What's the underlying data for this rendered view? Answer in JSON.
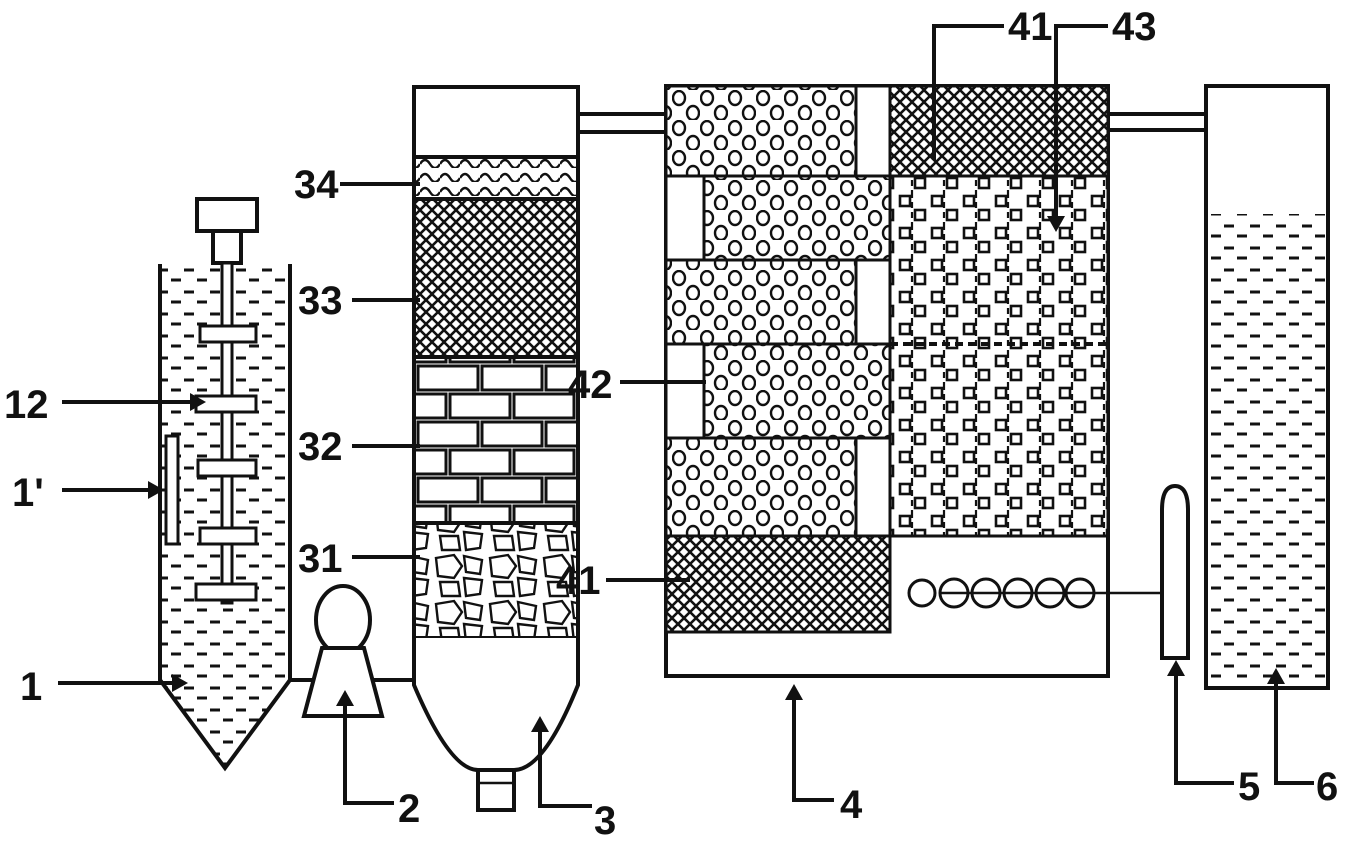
{
  "labels": {
    "l1": "1",
    "l1p": "1'",
    "l12": "12",
    "l2": "2",
    "l3": "3",
    "l31": "31",
    "l32": "32",
    "l33": "33",
    "l34": "34",
    "l4": "4",
    "l41a": "41",
    "l41b": "41",
    "l42": "42",
    "l43": "43",
    "l5": "5",
    "l6": "6"
  },
  "colors": {
    "ink": "#111111",
    "paper": "#ffffff"
  }
}
